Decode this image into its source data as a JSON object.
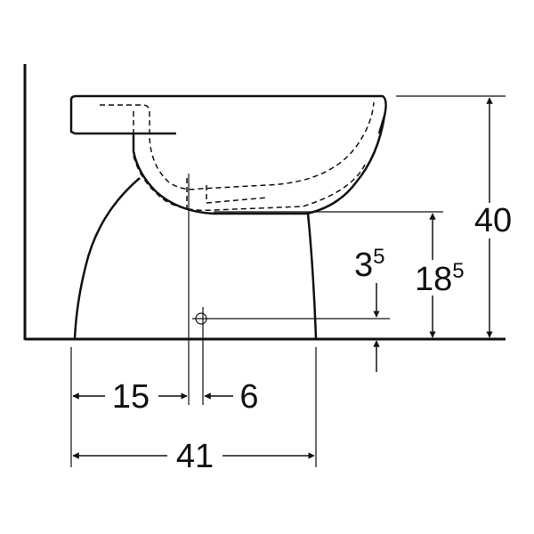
{
  "colors": {
    "line": "#111111",
    "background": "#ffffff"
  },
  "dimensions": {
    "total_height": "40",
    "outlet_height_base": "18",
    "outlet_height_sup": "5",
    "center_height_base": "3",
    "center_height_sup": "5",
    "wall_to_outlet": "15",
    "outlet_offset": "6",
    "depth": "41"
  }
}
